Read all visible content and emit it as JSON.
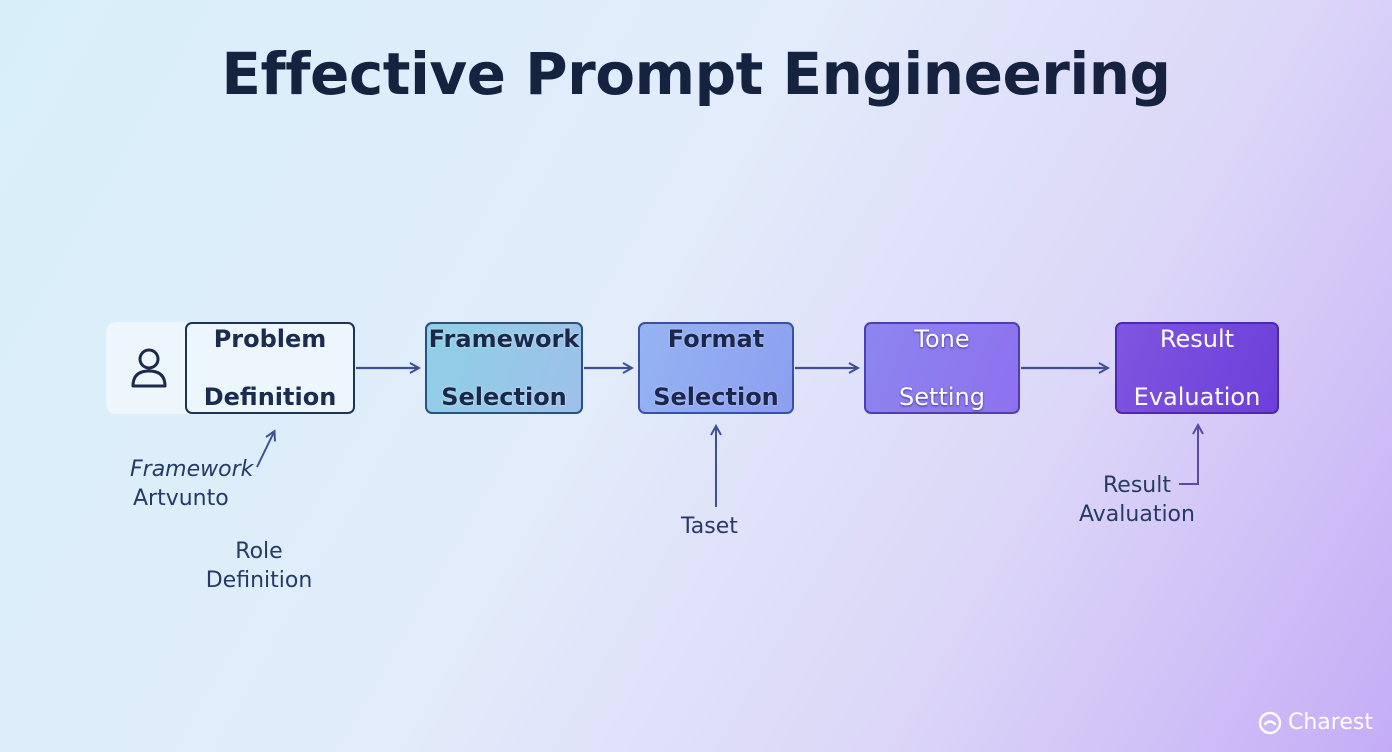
{
  "title": "Effective Prompt Engineering",
  "steps": [
    {
      "line1": "Problem",
      "line2": "Definition"
    },
    {
      "line1": "Framework",
      "line2": "Selection"
    },
    {
      "line1": "Format",
      "line2": "Selection"
    },
    {
      "line1": "Tone",
      "line2": "Setting"
    },
    {
      "line1": "Result",
      "line2": "Evaluation"
    }
  ],
  "annotations": {
    "framework": "Framework",
    "artvunto": "Artvunto",
    "role_line1": "Role",
    "role_line2": "Definition",
    "taset": "Taset",
    "result_line1": "Result",
    "result_line2": "Avaluation"
  },
  "icons": {
    "avatar": "person-icon",
    "brand": "charest-logo-icon"
  },
  "brand": {
    "name": "Charest"
  },
  "colors": {
    "title": "#152340",
    "arrow": "#3d4f95",
    "step_fill": [
      "#edf6fc",
      "#95c8e8",
      "#91a9f1",
      "#8d7bef",
      "#7549dc"
    ]
  }
}
